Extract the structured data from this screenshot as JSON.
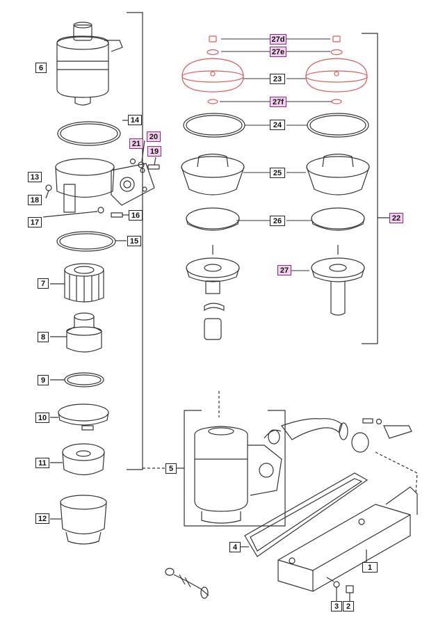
{
  "colors": {
    "line": "#333333",
    "callout_border": "#222222",
    "highlight_fill": "#f1d0ec",
    "highlight_border": "#8b2b84",
    "red_parts": "#e05a5a"
  },
  "callouts": [
    {
      "id": "c1",
      "label": "1",
      "highlight": false
    },
    {
      "id": "c2",
      "label": "2",
      "highlight": false
    },
    {
      "id": "c3",
      "label": "3",
      "highlight": false
    },
    {
      "id": "c4",
      "label": "4",
      "highlight": false
    },
    {
      "id": "c5",
      "label": "5",
      "highlight": false
    },
    {
      "id": "c6",
      "label": "6",
      "highlight": true
    },
    {
      "id": "c7",
      "label": "7",
      "highlight": false
    },
    {
      "id": "c8",
      "label": "8",
      "highlight": false
    },
    {
      "id": "c9",
      "label": "9",
      "highlight": false
    },
    {
      "id": "c10",
      "label": "10",
      "highlight": false
    },
    {
      "id": "c11",
      "label": "11",
      "highlight": false
    },
    {
      "id": "c12",
      "label": "12",
      "highlight": false
    },
    {
      "id": "c13",
      "label": "13",
      "highlight": false
    },
    {
      "id": "c14",
      "label": "14",
      "highlight": false
    },
    {
      "id": "c15",
      "label": "15",
      "highlight": false
    },
    {
      "id": "c16",
      "label": "16",
      "highlight": false
    },
    {
      "id": "c17",
      "label": "17",
      "highlight": false
    },
    {
      "id": "c18",
      "label": "18",
      "highlight": false
    },
    {
      "id": "c19",
      "label": "19",
      "highlight": true
    },
    {
      "id": "c20",
      "label": "20",
      "highlight": true
    },
    {
      "id": "c21",
      "label": "21",
      "highlight": true
    },
    {
      "id": "c22",
      "label": "22",
      "highlight": true
    },
    {
      "id": "c23",
      "label": "23",
      "highlight": false
    },
    {
      "id": "c24",
      "label": "24",
      "highlight": false
    },
    {
      "id": "c25",
      "label": "25",
      "highlight": false
    },
    {
      "id": "c26",
      "label": "26",
      "highlight": false
    },
    {
      "id": "c27",
      "label": "27",
      "highlight": true
    },
    {
      "id": "c27d",
      "label": "27d",
      "highlight": true
    },
    {
      "id": "c27e",
      "label": "27e",
      "highlight": true
    },
    {
      "id": "c27f",
      "label": "27f",
      "highlight": true
    }
  ]
}
